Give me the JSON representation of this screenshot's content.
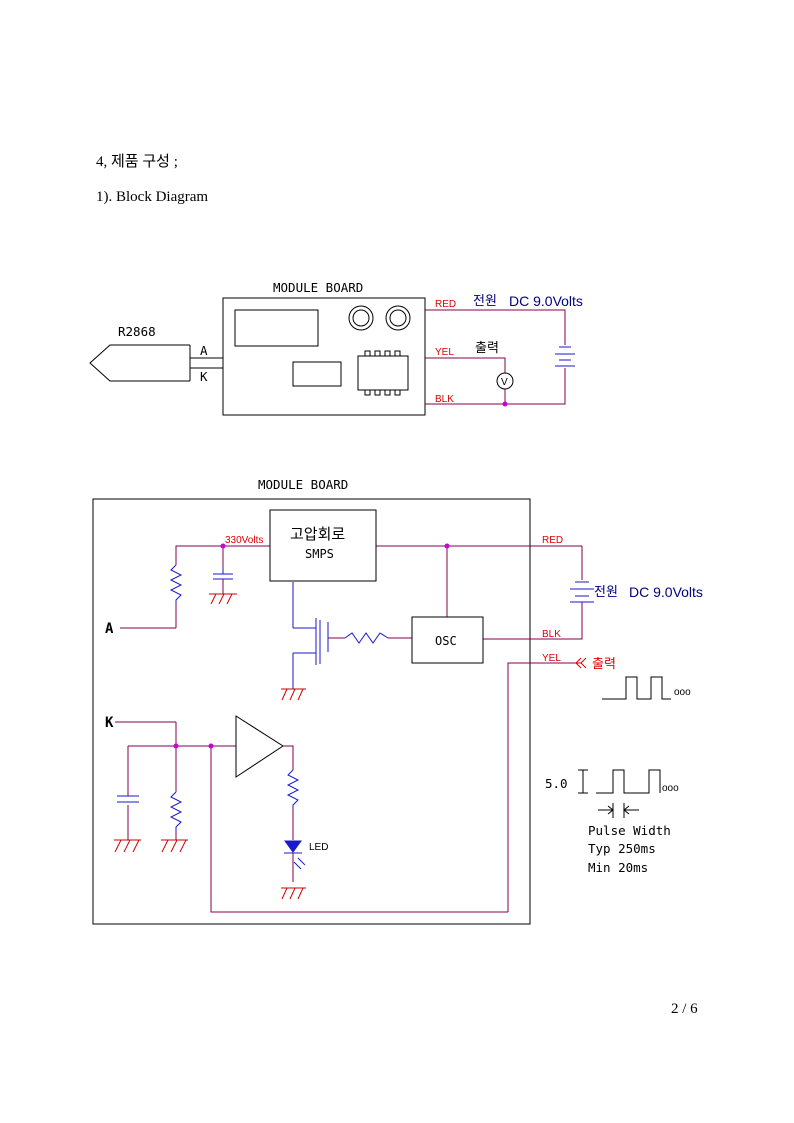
{
  "section_title": "4, 제품 구성 ;",
  "subsection_title": "1). Block Diagram",
  "page_number": "2 / 6",
  "colors": {
    "wire_purple": "#80004f",
    "label_red": "#e00000",
    "label_navy": "#000080",
    "component_blue": "#1a1acc",
    "node_magenta": "#cc00cc",
    "ground_red": "#cc0000"
  },
  "diagram1": {
    "module_board_label": "MODULE BOARD",
    "sensor_label": "R2868",
    "pin_a": "A",
    "pin_k": "K",
    "wire_red": "RED",
    "wire_yel": "YEL",
    "wire_blk": "BLK",
    "power_label_ko": "전원",
    "power_label_dc": "DC 9.0Volts",
    "output_label": "출력",
    "meter_symbol": "V"
  },
  "diagram2": {
    "module_board_label": "MODULE BOARD",
    "voltage_label": "330Volts",
    "hv_block_ko": "고압회로",
    "hv_block_en": "SMPS",
    "osc_label": "OSC",
    "pin_a": "A",
    "pin_k": "K",
    "wire_red": "RED",
    "wire_blk": "BLK",
    "wire_yel": "YEL",
    "power_label_ko": "전원",
    "power_label_dc": "DC 9.0Volts",
    "output_label": "출력",
    "led_label": "LED",
    "amplitude_label": "5.0",
    "pulse_width_label": "Pulse Width",
    "typ_label": "Typ 250ms",
    "min_label": "Min 20ms",
    "ellipsis_1": "ooo",
    "ellipsis_2": "ooo"
  }
}
